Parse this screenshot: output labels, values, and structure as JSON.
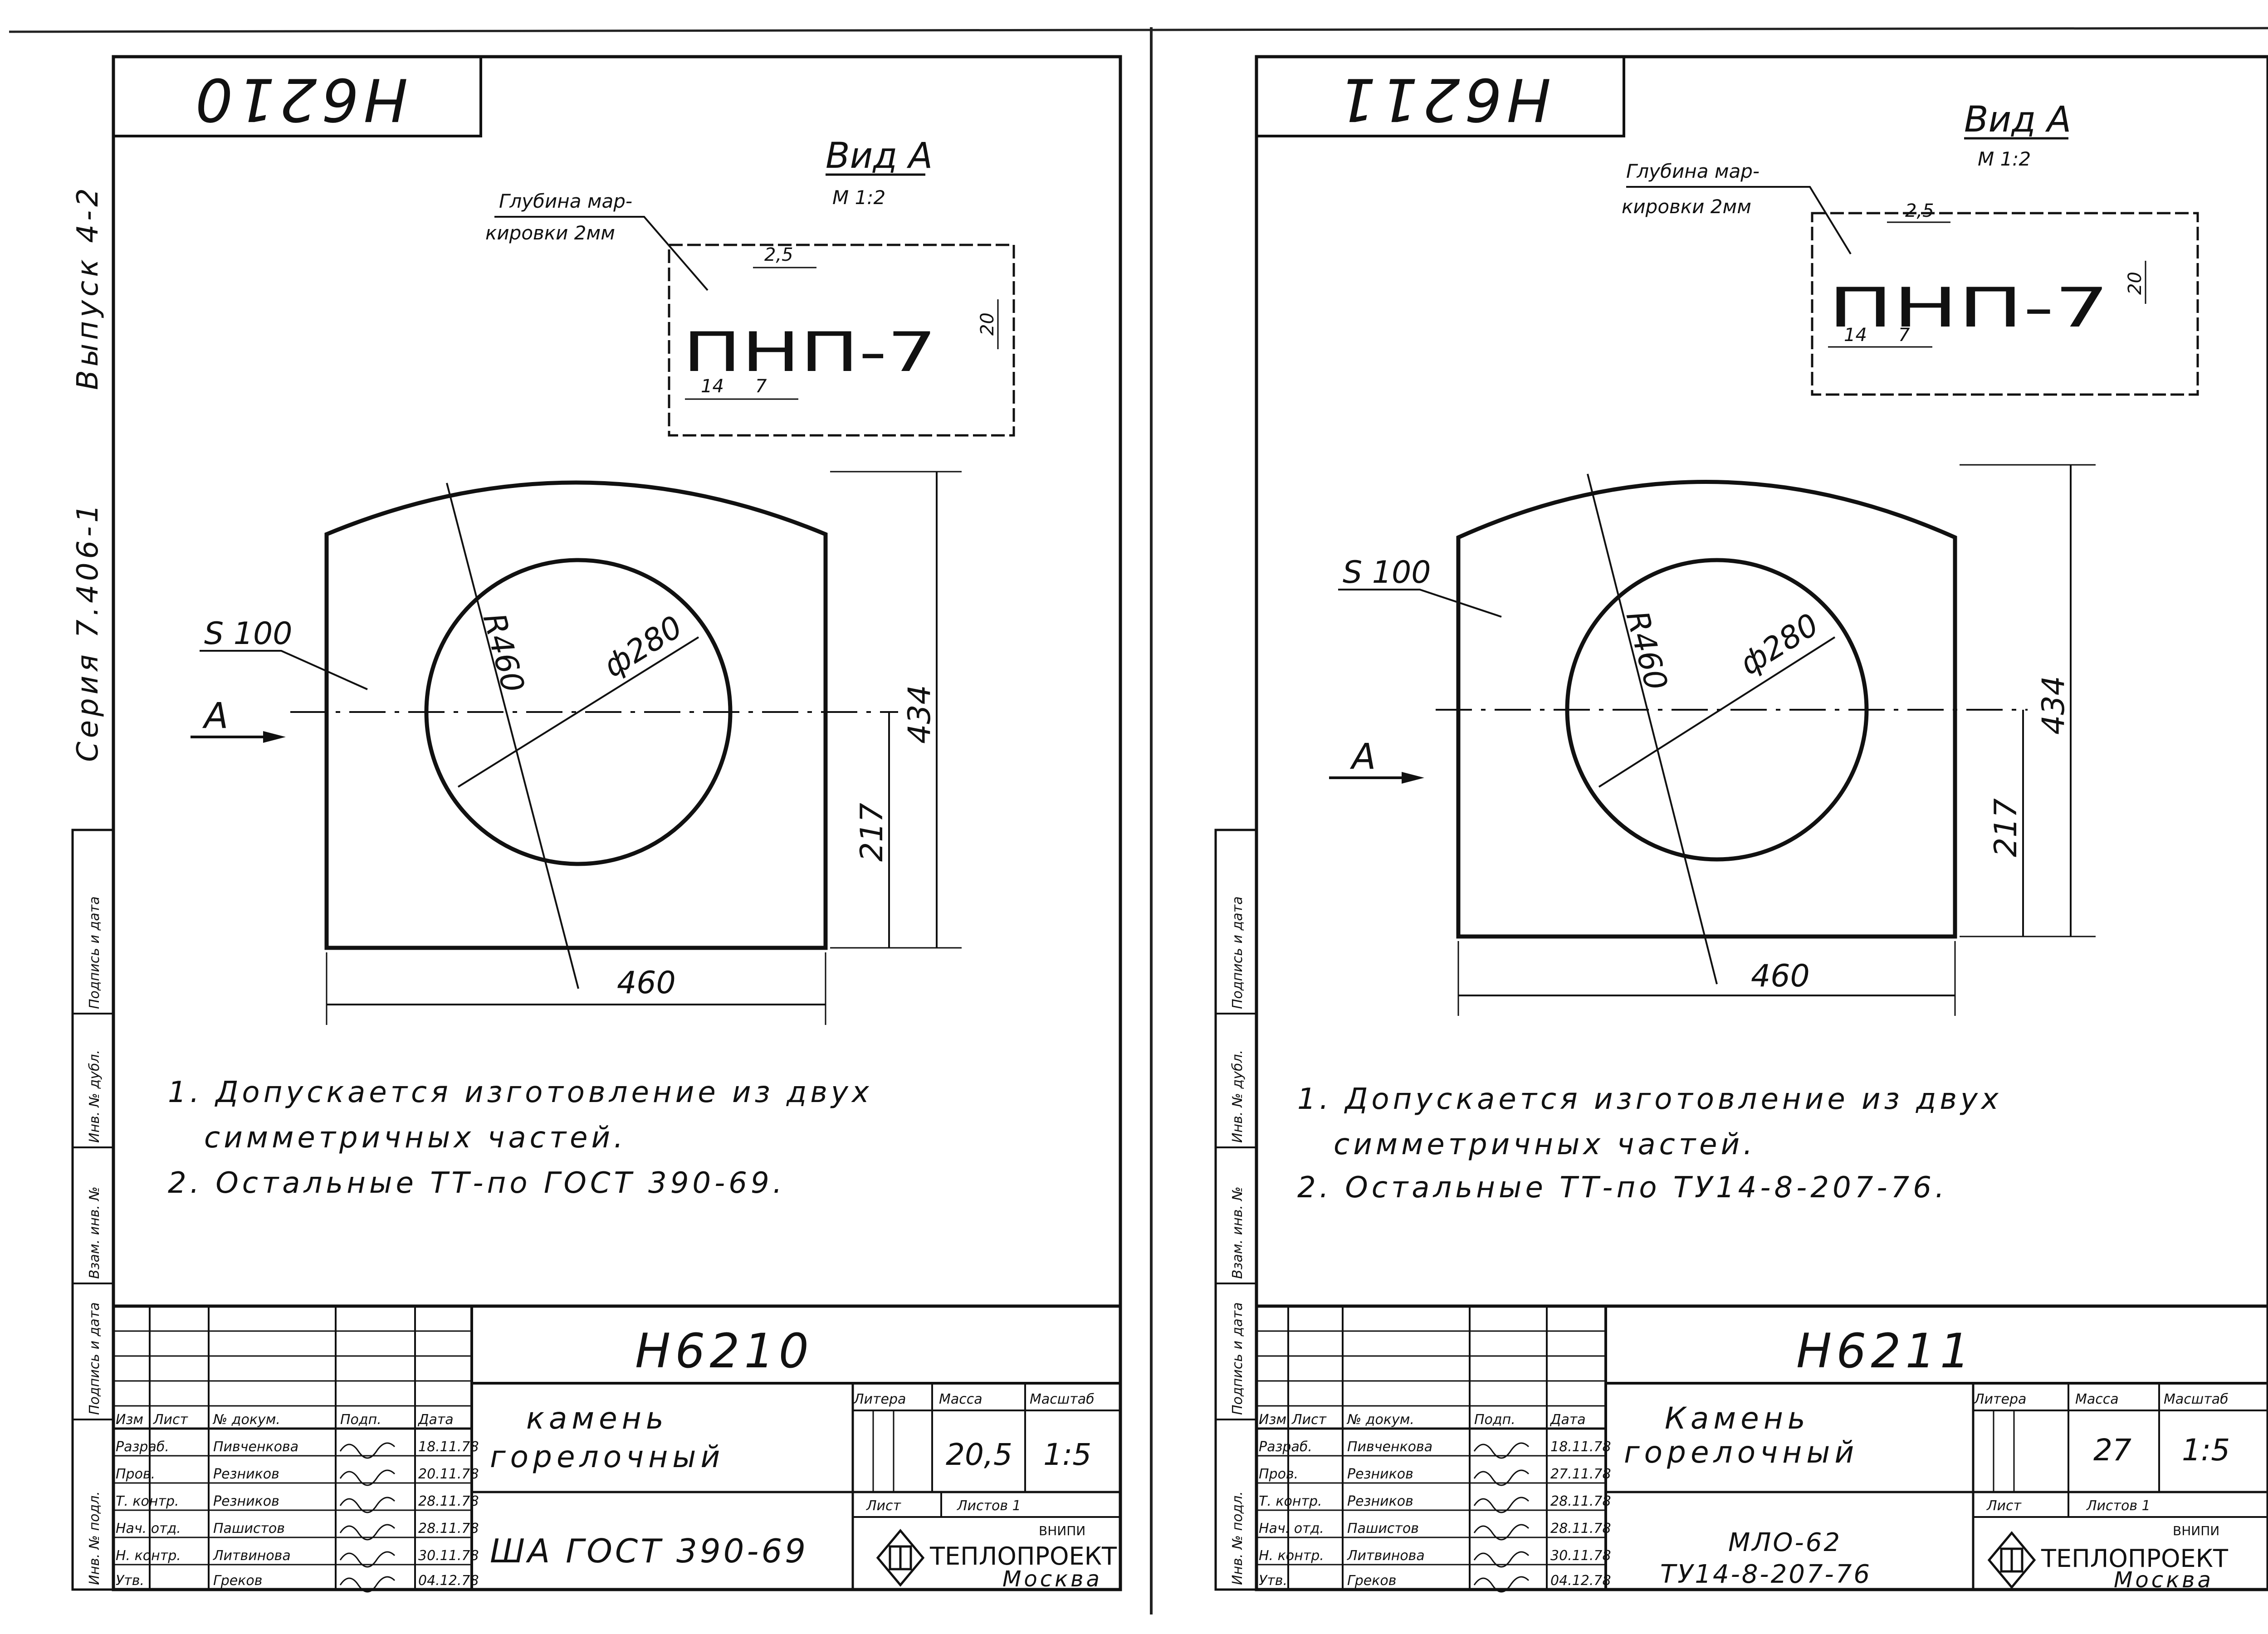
{
  "side_labels": {
    "series": "Серия 7.406-1",
    "issue": "Выпуск 4-2"
  },
  "side_columns": [
    "Инв. № подл.",
    "Подпись и дата",
    "Взам. инв. №",
    "Инв. № дубл.",
    "Подпись и дата"
  ],
  "sheets": [
    {
      "stamp_upside_down": "H6210",
      "view": {
        "title": "Вид А",
        "scale": "М 1:2",
        "depth_note_line1": "Глубина мар-",
        "depth_note_line2": "кировки 2мм",
        "marking": "ПНП-7",
        "dim_letter_width": "2,5",
        "dim_height": "20",
        "dim_14": "14",
        "dim_7": "7"
      },
      "drawing": {
        "thickness": "S 100",
        "view_arrow": "А",
        "radius": "R460",
        "diameter": "ф280",
        "height_total": "434",
        "height_half": "217",
        "width": "460"
      },
      "notes": [
        "1. Допускается изготовление из двух",
        "симметричных частей.",
        "2. Остальные ТТ-по ГОСТ 390-69."
      ],
      "title_block": {
        "code": "H6210",
        "name_line1": "камень",
        "name_line2": "горелочный",
        "headers": {
          "literal": "Литера",
          "mass": "Масса",
          "scale": "Масштаб"
        },
        "mass": "20,5",
        "scale": "1:5",
        "sheet": "Лист",
        "sheets": "Листов 1",
        "material_line1": "ША ГОСТ 390-69",
        "material_line2": "",
        "org_top": "ВНИПИ",
        "org_name": "ТЕПЛОПРОЕКТ",
        "org_city": "Москва",
        "col_headers": [
          "Изм",
          "Лист",
          "№ докум.",
          "Подп.",
          "Дата"
        ],
        "rows": [
          {
            "role": "Разраб.",
            "name": "Пивченкова",
            "date": "18.11.78"
          },
          {
            "role": "Пров.",
            "name": "Резников",
            "date": "20.11.78"
          },
          {
            "role": "Т. контр.",
            "name": "Резников",
            "date": "28.11.78"
          },
          {
            "role": "Нач. отд.",
            "name": "Пашистов",
            "date": "28.11.78"
          },
          {
            "role": "Н. контр.",
            "name": "Литвинова",
            "date": "30.11.78"
          },
          {
            "role": "Утв.",
            "name": "Греков",
            "date": "04.12.78"
          }
        ]
      }
    },
    {
      "stamp_upside_down": "H6211",
      "view": {
        "title": "Вид А",
        "scale": "М 1:2",
        "depth_note_line1": "Глубина мар-",
        "depth_note_line2": "кировки 2мм",
        "marking": "ПНП-7",
        "dim_letter_width": "2,5",
        "dim_height": "20",
        "dim_14": "14",
        "dim_7": "7"
      },
      "drawing": {
        "thickness": "S 100",
        "view_arrow": "А",
        "radius": "R460",
        "diameter": "ф280",
        "height_total": "434",
        "height_half": "217",
        "width": "460"
      },
      "notes": [
        "1. Допускается изготовление из двух",
        "симметричных частей.",
        "2. Остальные ТТ-по ТУ14-8-207-76."
      ],
      "title_block": {
        "code": "H6211",
        "name_line1": "Камень",
        "name_line2": "горелочный",
        "headers": {
          "literal": "Литера",
          "mass": "Масса",
          "scale": "Масштаб"
        },
        "mass": "27",
        "scale": "1:5",
        "sheet": "Лист",
        "sheets": "Листов 1",
        "material_line1": "МЛО-62",
        "material_line2": "ТУ14-8-207-76",
        "org_top": "ВНИПИ",
        "org_name": "ТЕПЛОПРОЕКТ",
        "org_city": "Москва",
        "col_headers": [
          "Изм.",
          "Лист",
          "№ докум.",
          "Подп.",
          "Дата"
        ],
        "rows": [
          {
            "role": "Разраб.",
            "name": "Пивченкова",
            "date": "18.11.78"
          },
          {
            "role": "Пров.",
            "name": "Резников",
            "date": "27.11.78"
          },
          {
            "role": "Т. контр.",
            "name": "Резников",
            "date": "28.11.78"
          },
          {
            "role": "Нач. отд.",
            "name": "Пашистов",
            "date": "28.11.78"
          },
          {
            "role": "Н. контр.",
            "name": "Литвинова",
            "date": "30.11.78"
          },
          {
            "role": "Утв.",
            "name": "Греков",
            "date": "04.12.78"
          }
        ]
      }
    }
  ]
}
